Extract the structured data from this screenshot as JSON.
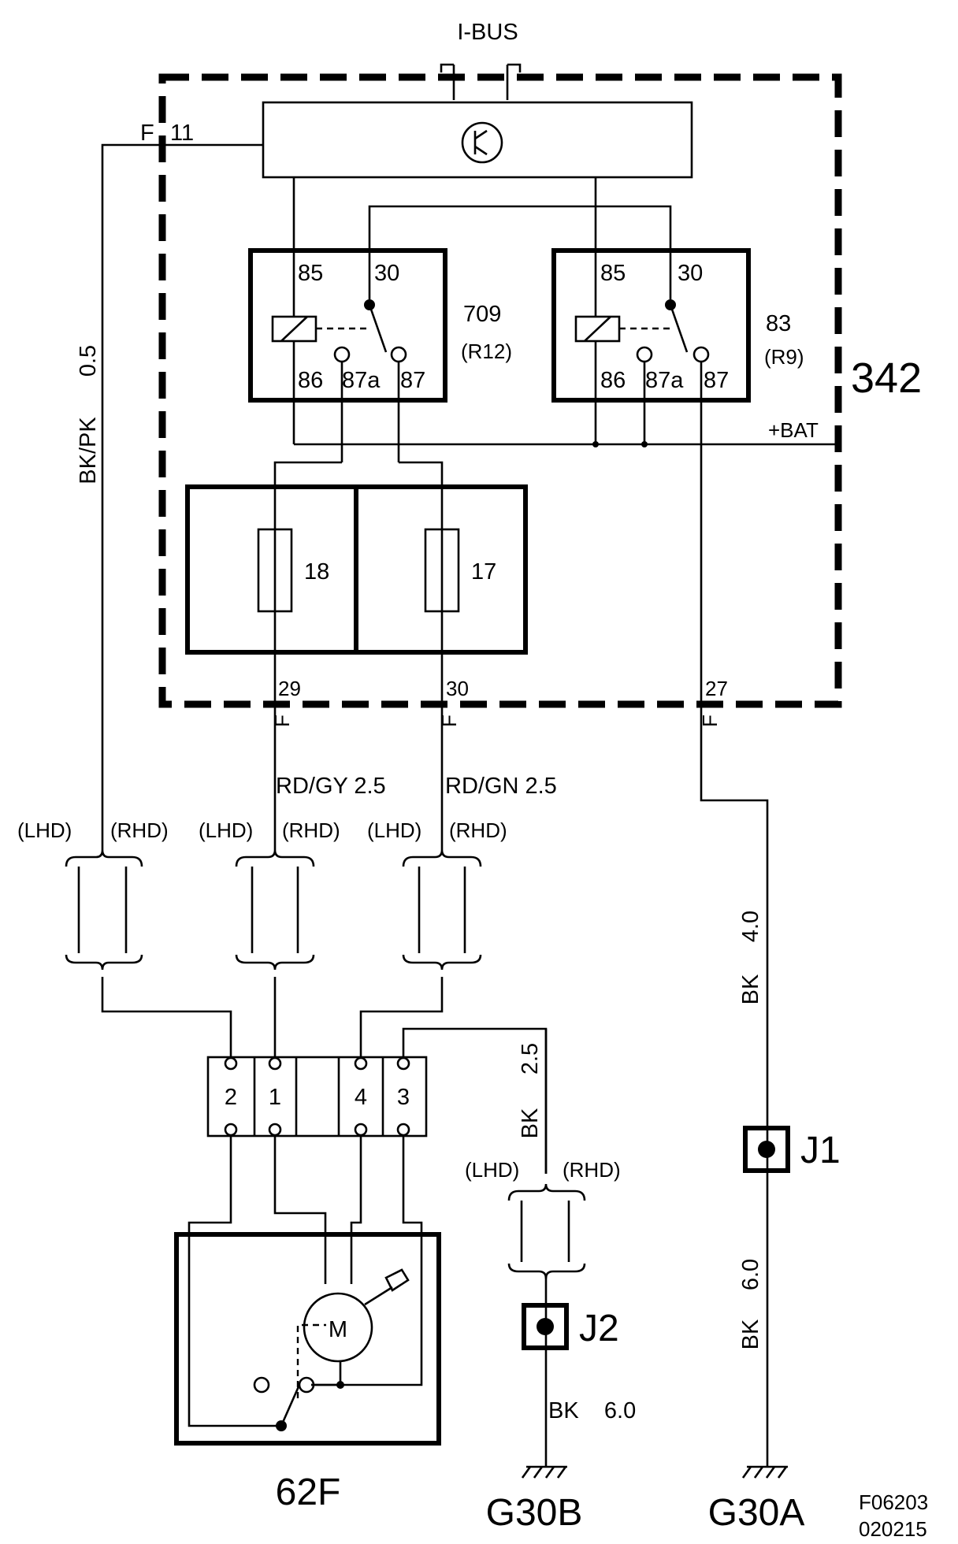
{
  "ibus": "I-BUS",
  "module": {
    "id": "342",
    "bat": "+BAT"
  },
  "feed": {
    "pin": "F",
    "num": "11",
    "wire_color": "BK/PK",
    "wire_size": "0.5"
  },
  "relay_left": {
    "id": "709",
    "sub": "(R12)",
    "pins": {
      "p85": "85",
      "p30": "30",
      "p86": "86",
      "p87a": "87a",
      "p87": "87"
    }
  },
  "relay_right": {
    "id": "83",
    "sub": "(R9)",
    "pins": {
      "p85": "85",
      "p30": "30",
      "p86": "86",
      "p87a": "87a",
      "p87": "87"
    }
  },
  "fuses": {
    "left": "18",
    "right": "17"
  },
  "outputs": {
    "left": {
      "pin": "F",
      "num": "29",
      "wire": "RD/GY  2.5"
    },
    "mid": {
      "pin": "F",
      "num": "30",
      "wire": "RD/GN  2.5"
    },
    "right": {
      "pin": "F",
      "num": "27"
    }
  },
  "harness": {
    "lhd": "(LHD)",
    "rhd": "(RHD)"
  },
  "connector": {
    "pins": [
      "2",
      "1",
      "4",
      "3"
    ]
  },
  "motor": {
    "id": "62F",
    "symbol": "M"
  },
  "ground_b": {
    "wire_color": "BK",
    "wire_size": "2.5",
    "junction": "J2",
    "lower_wire": "BK    6.0",
    "ground": "G30B"
  },
  "ground_a": {
    "wire_color": "BK",
    "wire_size": "4.0",
    "junction": "J1",
    "lower_color": "BK",
    "lower_size": "6.0",
    "ground": "G30A"
  },
  "figure": {
    "code": "F06203",
    "date": "020215"
  }
}
